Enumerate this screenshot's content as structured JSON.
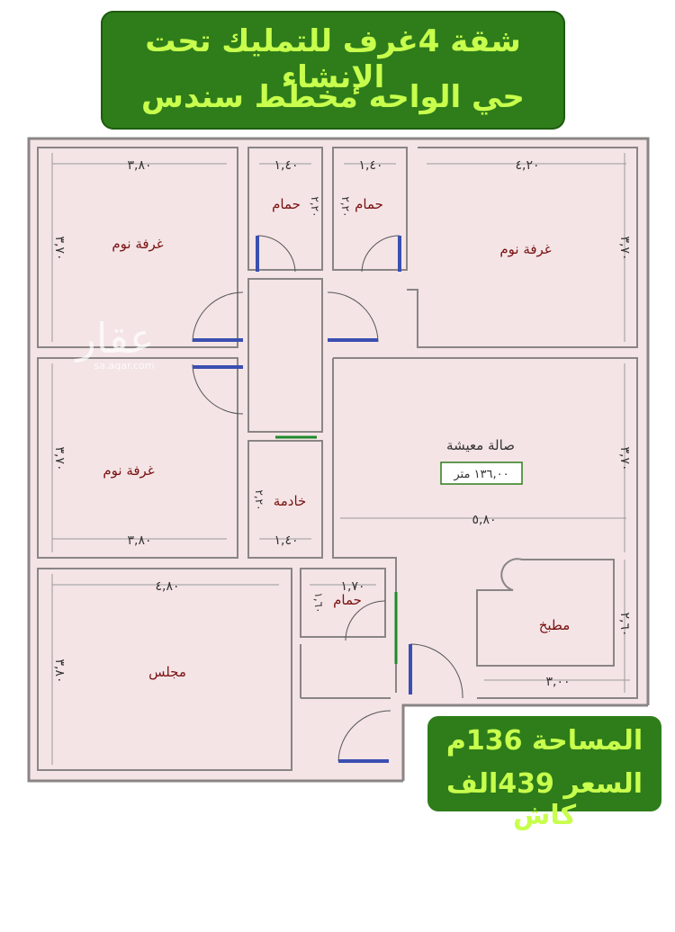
{
  "banner": {
    "line1": "شقة 4غرف للتمليك تحت الإنشاء",
    "line2": "حي الواحه مخطط سندس"
  },
  "watermark": {
    "text": "عقار",
    "sub": "sa.aqar.com"
  },
  "rooms": {
    "bedroom_top_left": {
      "name": "غرفة نوم",
      "width": "٣,٨٠",
      "height": "٣,٧٠"
    },
    "bath_1": {
      "name": "حمام",
      "width": "١,٤٠",
      "height": "٢,٢٠"
    },
    "bath_2": {
      "name": "حمام",
      "width": "١,٤٠",
      "height": "٢,٢٠"
    },
    "bedroom_top_right": {
      "name": "غرفة نوم",
      "width": "٤,٢٠",
      "height": "٣,٧٠"
    },
    "bedroom_mid_left": {
      "name": "غرفة نوم",
      "width": "٣,٨٠",
      "height": "٣,٧٠"
    },
    "maid": {
      "name": "خادمة",
      "width": "١,٤٠",
      "height": "٢,٢٠"
    },
    "living": {
      "name": "صالة معيشة",
      "area": "١٣٦,٠٠ متر",
      "width": "٥,٨٠",
      "height": "٣,٧٠"
    },
    "majlis": {
      "name": "مجلس",
      "width": "٤,٨٠",
      "height": "٣,٨٠"
    },
    "bath_3": {
      "name": "حمام",
      "width": "١,٧٠",
      "height": "١,٦٠"
    },
    "kitchen": {
      "name": "مطبخ",
      "width": "٣,٠٠",
      "height": "٢,٦٠"
    }
  },
  "info": {
    "area": "المساحة 136م",
    "price": "السعر 439الف كاش"
  },
  "colors": {
    "banner_bg": "#2e7d1a",
    "banner_text": "#c8ff4d",
    "floor": "#f4e4e6",
    "wall": "#8a8585",
    "room_text": "#7a1010",
    "dim_text": "#333333"
  }
}
